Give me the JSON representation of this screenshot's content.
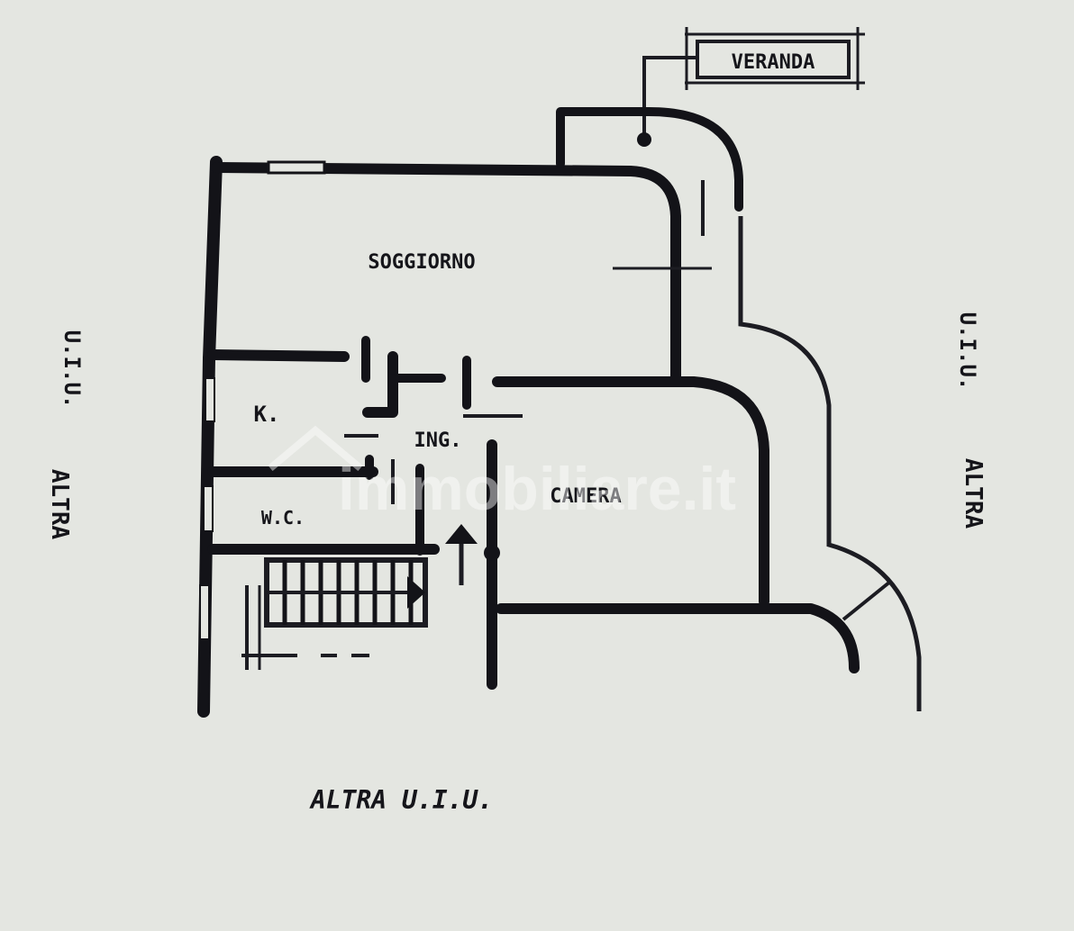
{
  "plan": {
    "veranda_label": "VERANDA",
    "soggiorno_label": "SOGGIORNO",
    "k_label": "K.",
    "ing_label": "ING.",
    "wc_label": "W.C.",
    "camera_label": "CAMERA",
    "altra_uiu_left_top": "U.I.U.",
    "altra_uiu_left_bottom": "ALTRA",
    "altra_uiu_right_top": "U.I.U.",
    "altra_uiu_right_bottom": "ALTRA",
    "altra_uiu_bottom": "ALTRA   U.I.U."
  },
  "watermark": "immobiliare.it",
  "colors": {
    "paper": "#e4e6e1",
    "ink": "#131318"
  }
}
